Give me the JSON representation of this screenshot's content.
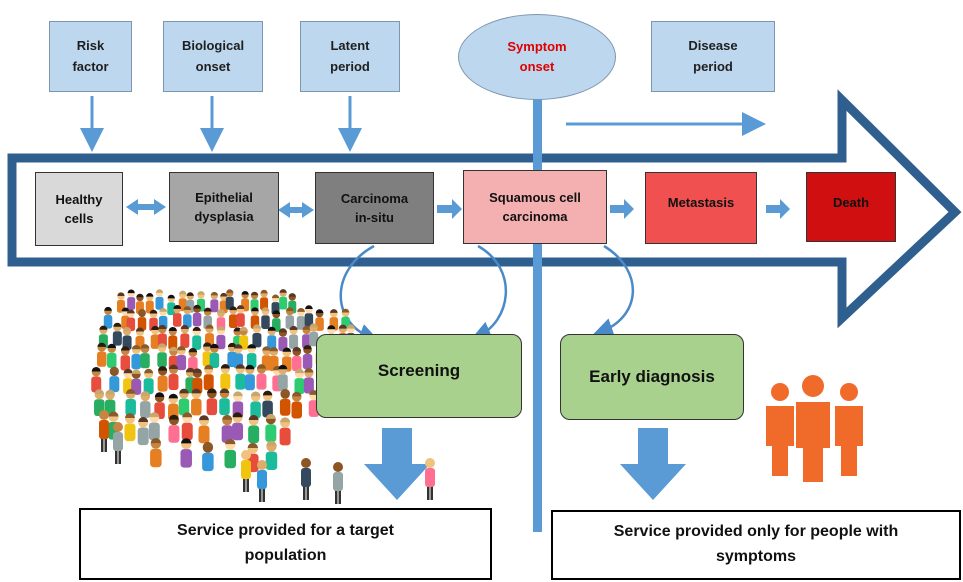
{
  "phases": {
    "risk_factor": "Risk\nfactor",
    "biological_onset": "Biological\nonset",
    "latent_period": "Latent\nperiod",
    "symptom_onset": "Symptom\nonset",
    "disease_period": "Disease\nperiod"
  },
  "stages": {
    "healthy": "Healthy\ncells",
    "dysplasia": "Epithelial\ndysplasia",
    "cis": "Carcinoma\nin-situ",
    "scc": "Squamous cell\ncarcinoma",
    "metastasis": "Metastasis",
    "death": "Death"
  },
  "services": {
    "screening": "Screening",
    "early_diagnosis": "Early diagnosis"
  },
  "outcomes": {
    "target_population": "Service provided for a target\npopulation",
    "symptomatic_only": "Service provided only for people with\nsymptoms"
  },
  "colors": {
    "phase_box": "#bdd7ee",
    "main_arrow_outline": "#2f5f8f",
    "connector": "#5b9bd5",
    "healthy": "#d9d9d9",
    "dysplasia": "#a6a6a6",
    "cis": "#7f7f7f",
    "scc": "#f4b0b0",
    "metastasis": "#f05050",
    "death": "#d01010",
    "symptom_text": "#e00000",
    "service_box": "#a9d18e",
    "people_icon": "#f06a2a"
  }
}
